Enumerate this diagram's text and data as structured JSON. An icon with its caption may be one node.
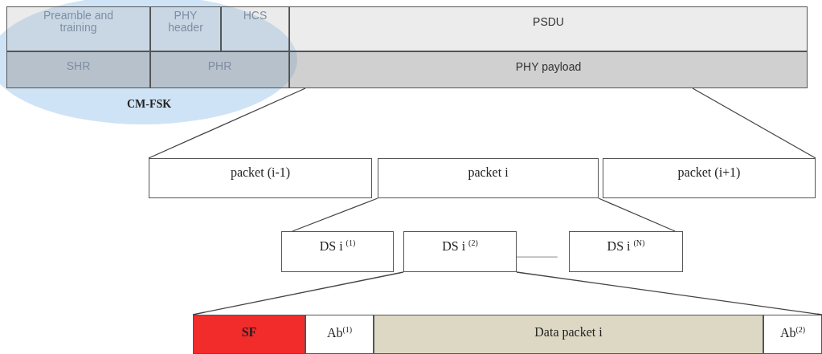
{
  "diagram": {
    "nodes": [
      {
        "text": [
          "Preamble and training"
        ]
      },
      {
        "text": [
          "PHY header"
        ]
      },
      {
        "text": [
          "HCS"
        ]
      },
      {
        "text": [
          "PSDU"
        ]
      },
      {
        "text": [
          "SHR"
        ]
      },
      {
        "text": [
          "PHR"
        ]
      },
      {
        "text": [
          "PHY payload"
        ]
      },
      {
        "text": [
          "packet (i-1)"
        ]
      },
      {
        "text": [
          "packet i"
        ]
      },
      {
        "text": [
          "packet (i+1)"
        ]
      },
      {
        "text": [
          "DS i $^{(1)}$"
        ]
      },
      {
        "text": [
          "DS i $^{(2)}$"
        ]
      },
      {
        "text": [
          "DS i $^{(N)}$"
        ]
      },
      {
        "text": [
          "SF"
        ]
      },
      {
        "text": [
          "Ab$^{(1)}$"
        ]
      },
      {
        "text": [
          "Data packet i"
        ]
      },
      {
        "text": [
          "Ab$^{(2)}$"
        ]
      }
    ],
    "edges": [
      {
        "from": 6,
        "to": 7,
        "arrow": "none"
      },
      {
        "from": 6,
        "to": 9,
        "arrow": "none"
      },
      {
        "from": 8,
        "to": 10,
        "arrow": "none"
      },
      {
        "from": 8,
        "to": 12,
        "arrow": "none"
      },
      {
        "from": 11,
        "to": 12,
        "arrow": "none",
        "color": "#a0a0a0"
      },
      {
        "from": 11,
        "to": 13,
        "arrow": "none"
      },
      {
        "from": 11,
        "to": 16,
        "arrow": "none"
      }
    ],
    "labels": [
      "CM-FSK"
    ]
  }
}
